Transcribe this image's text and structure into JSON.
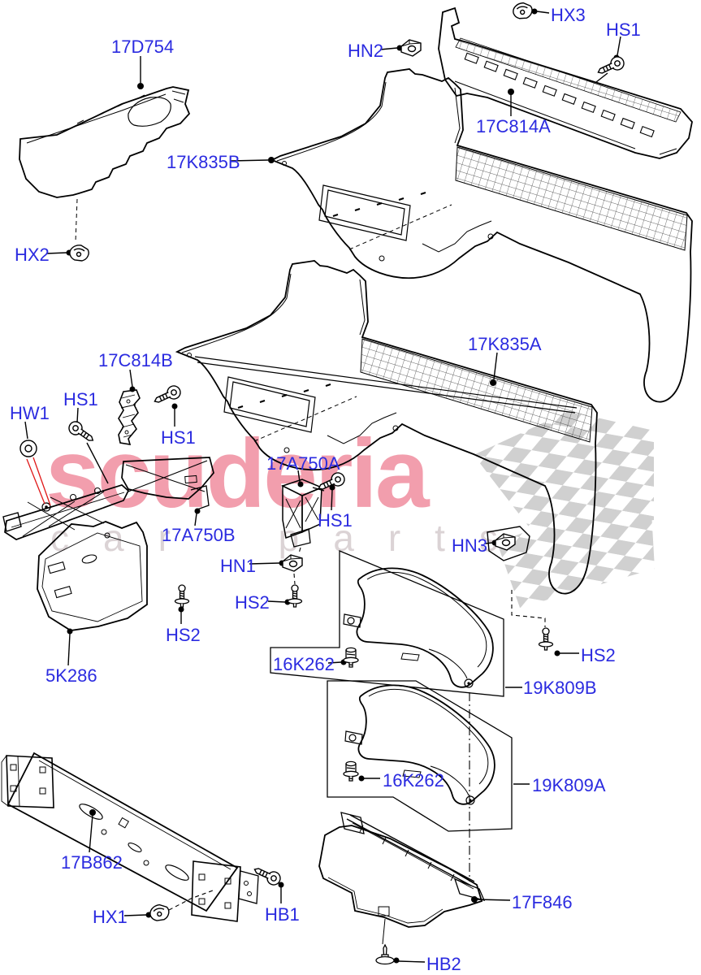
{
  "watermark": {
    "brand": "scuderia",
    "subtitle": "car parts"
  },
  "colors": {
    "label_blue": "#2b2be0",
    "line_black": "#000000",
    "red_accent": "#e01818",
    "watermark_pink": "#e8506b",
    "watermark_gray": "#b9a9ad",
    "checker_gray": "#cccccc"
  },
  "part_labels": [
    {
      "id": "17D754",
      "text": "17D754"
    },
    {
      "id": "hn2",
      "text": "HN2"
    },
    {
      "id": "hx3",
      "text": "HX3"
    },
    {
      "id": "hs1-top",
      "text": "HS1"
    },
    {
      "id": "17C814A",
      "text": "17C814A"
    },
    {
      "id": "17K835B",
      "text": "17K835B"
    },
    {
      "id": "hx2",
      "text": "HX2"
    },
    {
      "id": "17C814B",
      "text": "17C814B"
    },
    {
      "id": "hs1-left",
      "text": "HS1"
    },
    {
      "id": "hw1",
      "text": "HW1"
    },
    {
      "id": "hs1-mid",
      "text": "HS1"
    },
    {
      "id": "17K835A",
      "text": "17K835A"
    },
    {
      "id": "17A750A",
      "text": "17A750A"
    },
    {
      "id": "hs1-bracket",
      "text": "HS1"
    },
    {
      "id": "17A750B",
      "text": "17A750B"
    },
    {
      "id": "hn1",
      "text": "HN1"
    },
    {
      "id": "hs2-a",
      "text": "HS2"
    },
    {
      "id": "hs2-b",
      "text": "HS2"
    },
    {
      "id": "5K286",
      "text": "5K286"
    },
    {
      "id": "16K262-a",
      "text": "16K262"
    },
    {
      "id": "19K809B",
      "text": "19K809B"
    },
    {
      "id": "hn3",
      "text": "HN3"
    },
    {
      "id": "hs2-c",
      "text": "HS2"
    },
    {
      "id": "16K262-b",
      "text": "16K262"
    },
    {
      "id": "19K809A",
      "text": "19K809A"
    },
    {
      "id": "17B862",
      "text": "17B862"
    },
    {
      "id": "hx1",
      "text": "HX1"
    },
    {
      "id": "hb1",
      "text": "HB1"
    },
    {
      "id": "17F846",
      "text": "17F846"
    },
    {
      "id": "hb2",
      "text": "HB2"
    }
  ]
}
